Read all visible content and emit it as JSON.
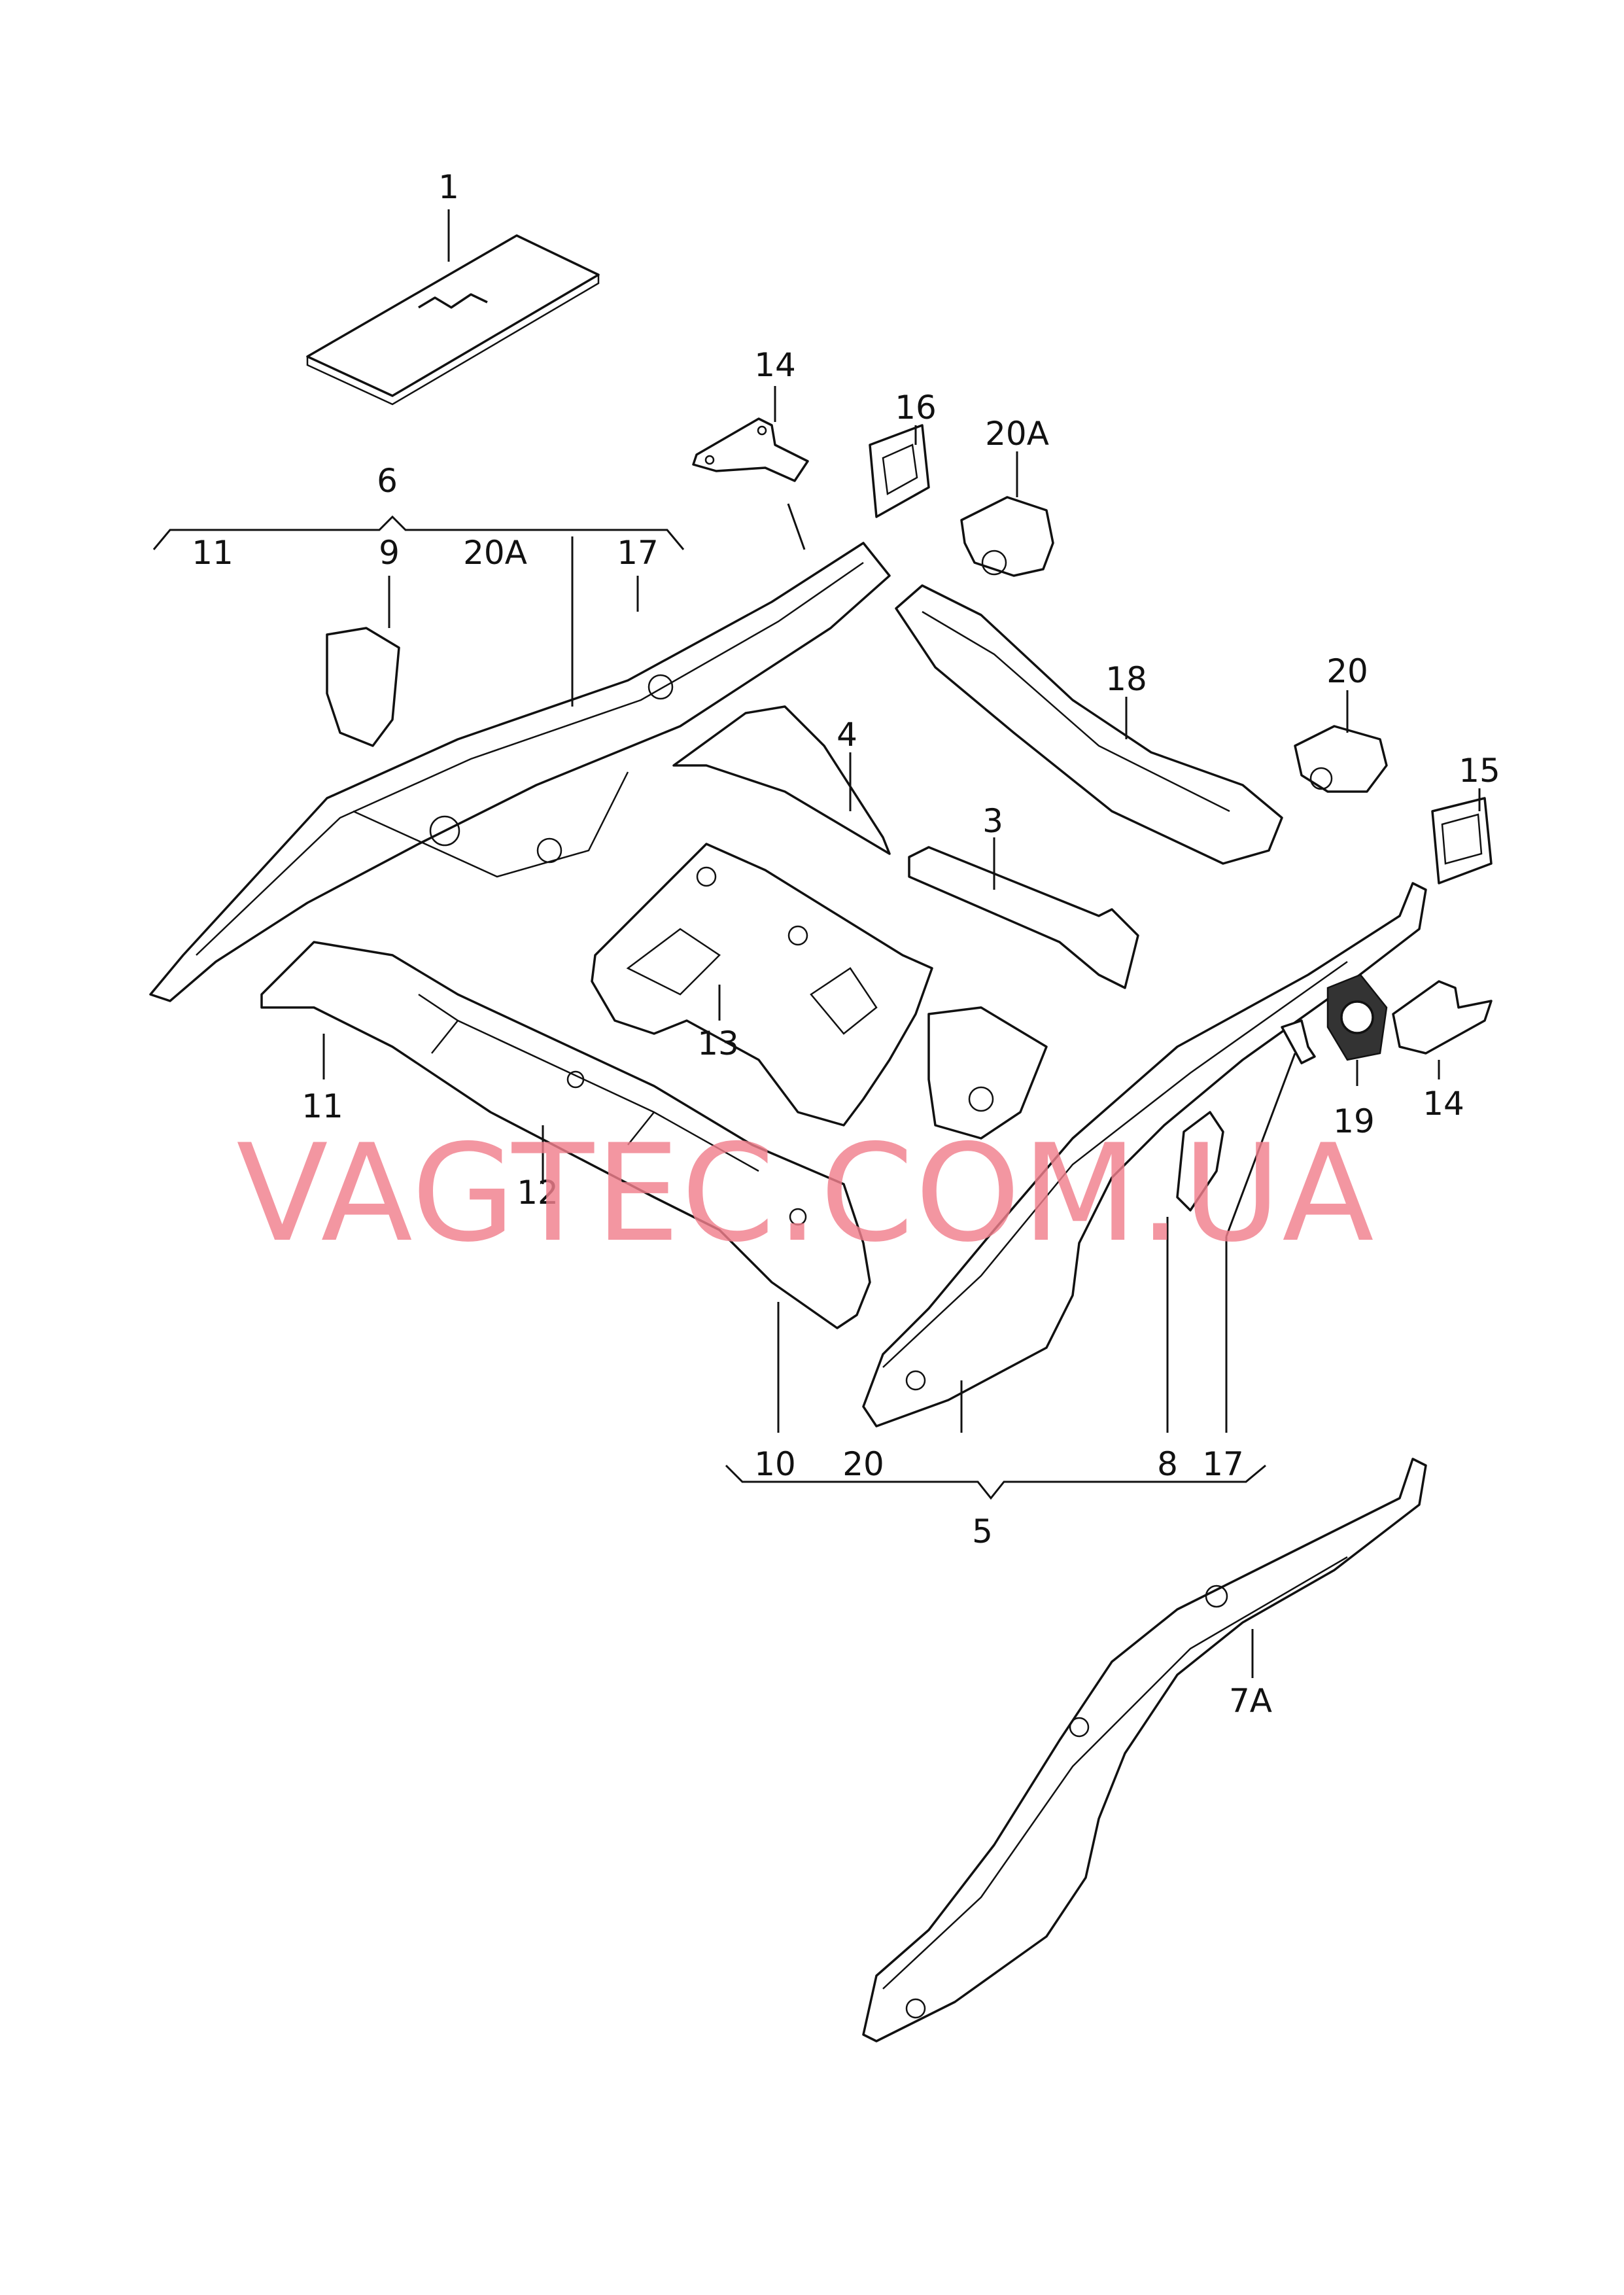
{
  "diagram": {
    "part_labels": [
      {
        "id": "1",
        "text": "1"
      },
      {
        "id": "14a",
        "text": "14"
      },
      {
        "id": "16",
        "text": "16"
      },
      {
        "id": "20Aa",
        "text": "20A"
      },
      {
        "id": "6",
        "text": "6"
      },
      {
        "id": "6-11",
        "text": "11"
      },
      {
        "id": "6-9",
        "text": "9"
      },
      {
        "id": "6-20A",
        "text": "20A"
      },
      {
        "id": "6-17",
        "text": "17"
      },
      {
        "id": "18",
        "text": "18"
      },
      {
        "id": "20a",
        "text": "20"
      },
      {
        "id": "15",
        "text": "15"
      },
      {
        "id": "4",
        "text": "4"
      },
      {
        "id": "3",
        "text": "3"
      },
      {
        "id": "13",
        "text": "13"
      },
      {
        "id": "11b",
        "text": "11"
      },
      {
        "id": "12",
        "text": "12"
      },
      {
        "id": "14b",
        "text": "14"
      },
      {
        "id": "19",
        "text": "19"
      },
      {
        "id": "10",
        "text": "10"
      },
      {
        "id": "5-20",
        "text": "20"
      },
      {
        "id": "8",
        "text": "8"
      },
      {
        "id": "5-17",
        "text": "17"
      },
      {
        "id": "5",
        "text": "5"
      },
      {
        "id": "7A",
        "text": "7A"
      }
    ],
    "watermark": "VAGTEC.COM.UA"
  }
}
